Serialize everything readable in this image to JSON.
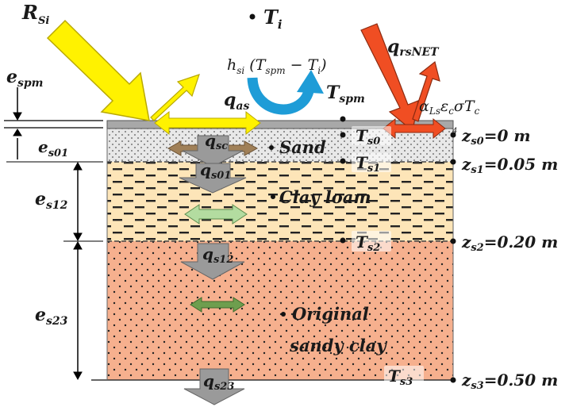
{
  "colors": {
    "membrane": "#a8a8a8",
    "sand": "#e8e8e8",
    "clay_loam": "#fde5b8",
    "sandy_clay": "#f6b08e",
    "solar": "#fff200",
    "longwave": "#f04e23",
    "convection": "#1e9cd7",
    "heat_flux": "#9a9a9a"
  },
  "labels": {
    "r_si": {
      "main": "R",
      "sub": "Si"
    },
    "t_i": {
      "main": "T",
      "sub": "i"
    },
    "convection_eq": {
      "pre": "h",
      "pre_sub": "si",
      "mid": " (T",
      "mid_sub": "spm",
      "post": " − T",
      "post_sub": "i",
      "end": ")"
    },
    "q_rsnet": {
      "main": "q",
      "sub": "rsNET"
    },
    "q_as": {
      "main": "q",
      "sub": "as"
    },
    "t_spm": {
      "main": "T",
      "sub": "spm"
    },
    "emission_eq": "α",
    "emission_eq_sub1": "Ls",
    "emission_eq_eps": "ε",
    "emission_eq_sub2": "c",
    "emission_eq_tail": "σT",
    "emission_eq_sub3": "c",
    "e_spm": {
      "main": "e",
      "sub": "spm"
    },
    "e_s01": {
      "main": "e",
      "sub": "s01"
    },
    "e_s12": {
      "main": "e",
      "sub": "s12"
    },
    "e_s23": {
      "main": "e",
      "sub": "s23"
    },
    "q_sc": {
      "main": "q",
      "sub": "sc"
    },
    "q_s01": {
      "main": "q",
      "sub": "s01"
    },
    "q_s12": {
      "main": "q",
      "sub": "s12"
    },
    "q_s23": {
      "main": "q",
      "sub": "s23"
    },
    "sand": "Sand",
    "clay_loam": "Clay loam",
    "sandy_clay_1": "Original",
    "sandy_clay_2": "sandy clay",
    "t_s0": {
      "main": "T",
      "sub": "s0"
    },
    "t_s1": {
      "main": "T",
      "sub": "s1"
    },
    "t_s2": {
      "main": "T",
      "sub": "s2"
    },
    "t_s3": {
      "main": "T",
      "sub": "s3"
    },
    "z_s0": {
      "main": "z",
      "sub": "s0",
      "value": "=0 m"
    },
    "z_s1": {
      "main": "z",
      "sub": "s1",
      "value": "=0.05 m"
    },
    "z_s2": {
      "main": "z",
      "sub": "s2",
      "value": "=0.20 m"
    },
    "z_s3": {
      "main": "z",
      "sub": "s3",
      "value": "=0.50 m"
    },
    "stray_digit": "4"
  }
}
